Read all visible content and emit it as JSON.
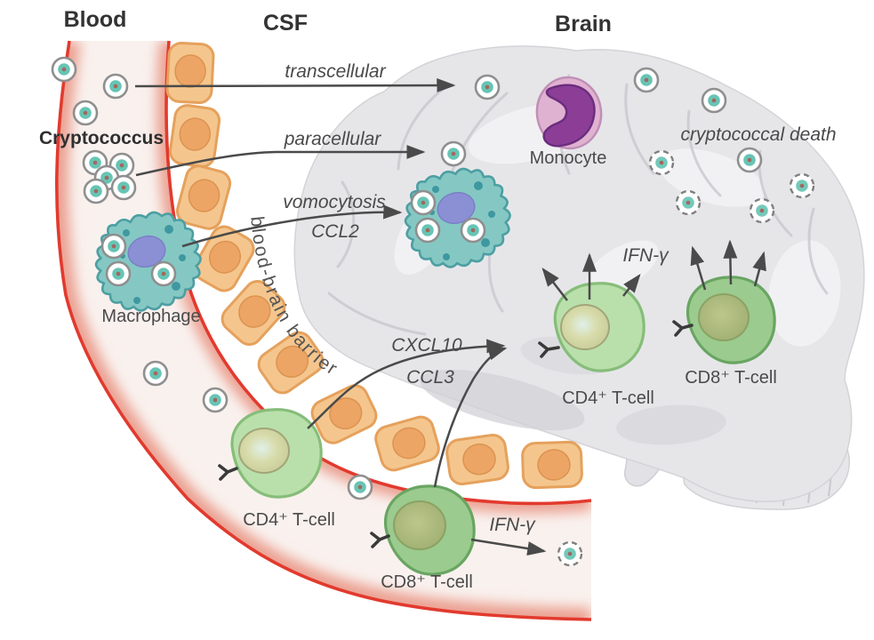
{
  "figure": {
    "headers": {
      "blood": "Blood",
      "csf": "CSF",
      "brain": "Brain"
    },
    "cells": {
      "cryptococcus": "Cryptococcus",
      "macrophage": "Macrophage",
      "monocyte": "Monocyte",
      "cd4_blood": "CD4⁺ T-cell",
      "cd8_blood": "CD8⁺ T-cell",
      "cd4_brain": "CD4⁺ T-cell",
      "cd8_brain": "CD8⁺ T-cell"
    },
    "processes": {
      "transcellular": "transcellular",
      "paracellular": "paracellular",
      "vomocytosis": "vomocytosis",
      "cryptococcal_death": "cryptococcal death"
    },
    "molecules": {
      "ccl2": "CCL2",
      "cxcl10": "CXCL10",
      "ccl3": "CCL3",
      "ifn_gamma_brain": "IFN-γ",
      "ifn_gamma_blood": "IFN-γ"
    },
    "structures": {
      "bbb": "blood-brain barrier"
    },
    "colors": {
      "vessel_edge_red": "#e23a2e",
      "vessel_fill_pink": "#f9f1ee",
      "vessel_glow_pink": "#eba091",
      "bbb_cell_fill": "#f4c68e",
      "bbb_cell_border": "#e5a15c",
      "bbb_nucleus": "#eda566",
      "brain_gray": "#e6e6e9",
      "macrophage_teal": "#85c8c3",
      "macrophage_border": "#4d9fa3",
      "macrophage_nucleus_blue": "#8b90d5",
      "monocyte_pink": "#e0b2d1",
      "monocyte_nucleus_purple": "#8c3e97",
      "cd4_green": "#b9e0ab",
      "cd8_green": "#9bcb8e",
      "cryptococcus_teal": "#67c4b4",
      "cryptococcus_ring_gray": "#8f8f8f",
      "arrow_gray": "#4a4a4a"
    }
  }
}
